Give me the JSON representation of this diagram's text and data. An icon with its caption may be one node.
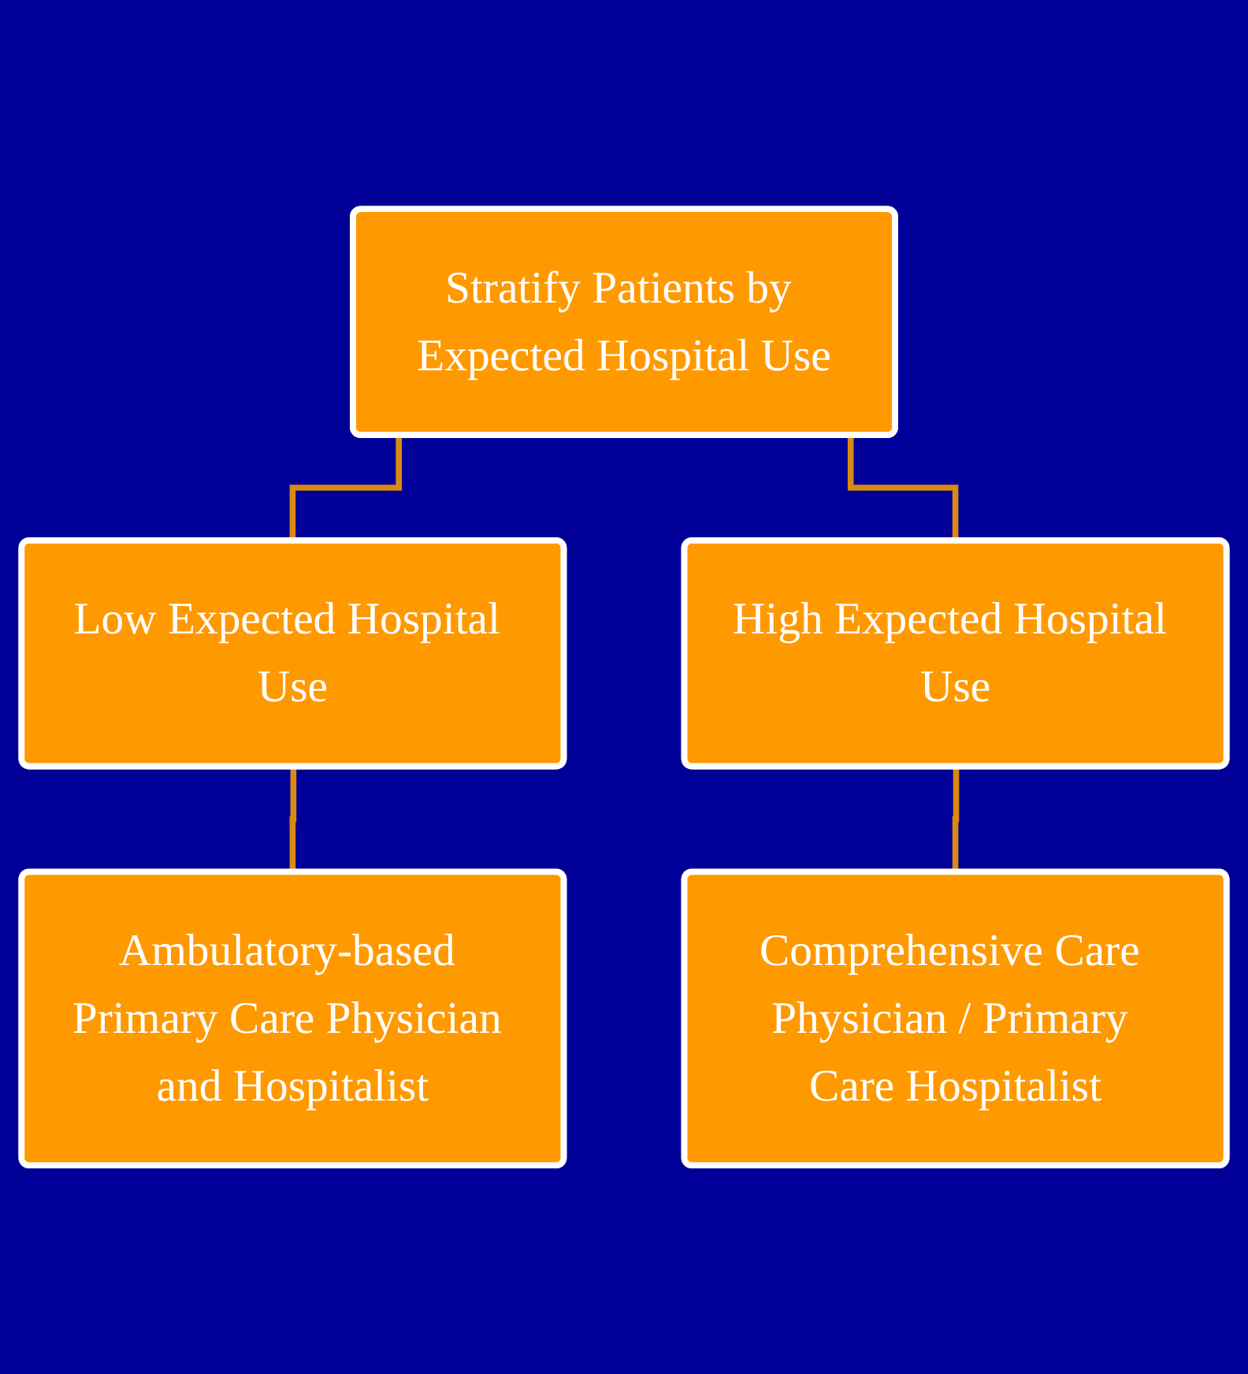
{
  "diagram": {
    "nodes": [
      {
        "text": [
          "Stratify Patients by Expected Hospital Use"
        ]
      },
      {
        "text": [
          "Low Expected Hospital Use"
        ]
      },
      {
        "text": [
          "High Expected Hospital Use"
        ]
      },
      {
        "text": [
          "Ambulatory-based Primary Care Physician and Hospitalist"
        ]
      },
      {
        "text": [
          "Comprehensive Care Physician / Primary Care Hospitalist"
        ]
      }
    ],
    "edges": [
      {
        "from": 0,
        "to": 1,
        "arrow": "none"
      },
      {
        "from": 0,
        "to": 2,
        "arrow": "none"
      },
      {
        "from": 1,
        "to": 3,
        "arrow": "none"
      },
      {
        "from": 2,
        "to": 4,
        "arrow": "none"
      }
    ]
  }
}
